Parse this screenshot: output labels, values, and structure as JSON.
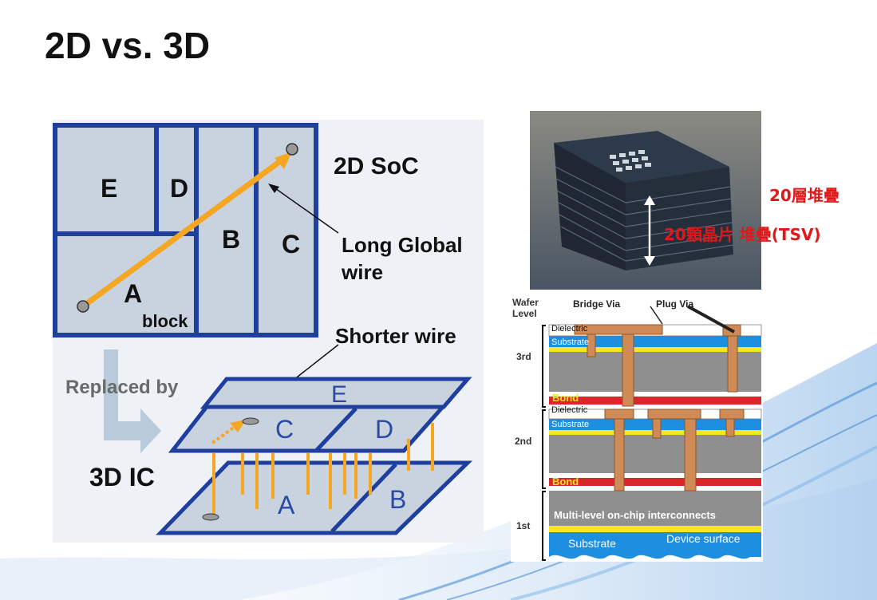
{
  "slide": {
    "title": "2D vs. 3D"
  },
  "soc_2d": {
    "label": "2D SoC",
    "blocks": {
      "E": "E",
      "D": "D",
      "B": "B",
      "C": "C",
      "A": "A",
      "A_sub": "block"
    },
    "long_wire_label": "Long Global\nwire",
    "long_wire_line1": "Long Global",
    "long_wire_line2": "wire"
  },
  "ic_3d": {
    "replaced_by": "Replaced by",
    "label": "3D IC",
    "shorter_wire": "Shorter wire",
    "top_layer": {
      "E": "E",
      "C": "C",
      "D": "D"
    },
    "bottom_layer": {
      "A": "A",
      "B": "B"
    }
  },
  "photo": {
    "label_layers": "20層堆疊",
    "label_chips": "20顆晶片 堆疊(TSV)"
  },
  "wafer_stack": {
    "wafer_level_line1": "Wafer",
    "wafer_level_line2": "Level",
    "bridge_via": "Bridge Via",
    "plug_via": "Plug Via",
    "levels": [
      "3rd",
      "2nd",
      "1st"
    ],
    "dielectric": "Dielectric",
    "substrate": "Substrate",
    "bond": "Bond",
    "interconnects": "Multi-level on-chip interconnects",
    "bottom_substrate": "Substrate",
    "device_surface": "Device surface"
  },
  "colors": {
    "block_border": "#1f3f9f",
    "block_fill": "#c9d3e0",
    "wire_orange": "#f5a623",
    "label_red": "#e0181a",
    "bond_red": "#d8262a",
    "substrate_blue": "#1e8ee0",
    "via_brown": "#d08a55",
    "dielectric_yellow": "#f8e61e"
  }
}
